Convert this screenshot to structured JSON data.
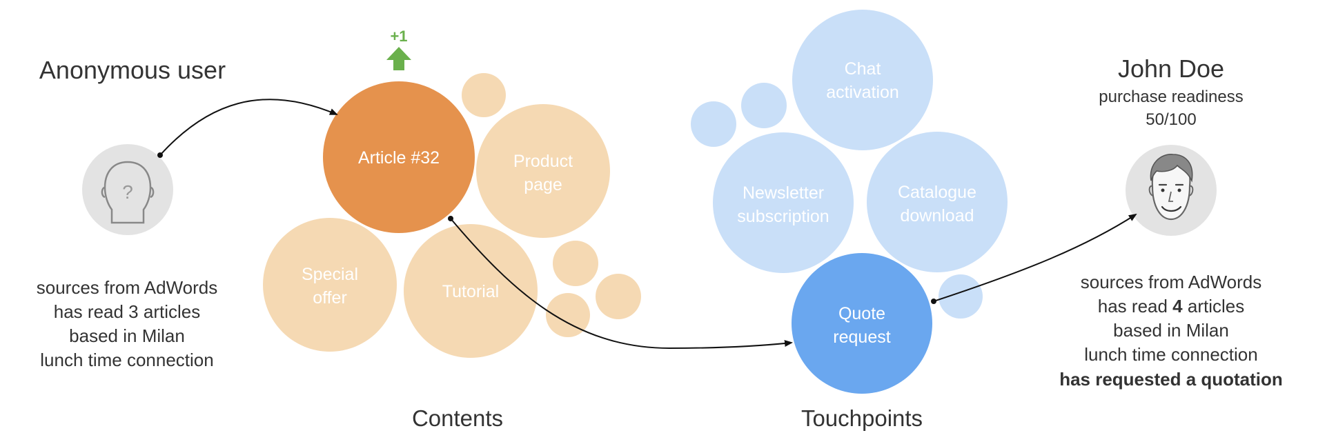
{
  "left_user": {
    "title": "Anonymous user",
    "avatar_icon": "anonymous-head-icon",
    "facts": [
      "sources from AdWords",
      "has read 3 articles",
      "based in Milan",
      "lunch time connection"
    ]
  },
  "right_user": {
    "title": "John Doe",
    "subtitle_line1": "purchase readiness",
    "subtitle_line2": "50/100",
    "avatar_icon": "user-face-icon",
    "facts": {
      "line1": "sources from AdWords",
      "line2_pre": "has read ",
      "line2_bold": "4",
      "line2_post": " articles",
      "line3": "based in Milan",
      "line4": "lunch time connection",
      "line5": "has requested a quotation"
    }
  },
  "contents": {
    "label": "Contents",
    "article": "Article #32",
    "boost": "+1",
    "product_1": "Product",
    "product_2": "page",
    "special_1": "Special",
    "special_2": "offer",
    "tutorial": "Tutorial"
  },
  "touchpoints": {
    "label": "Touchpoints",
    "chat_1": "Chat",
    "chat_2": "activation",
    "newsletter_1": "Newsletter",
    "newsletter_2": "subscription",
    "catalogue_1": "Catalogue",
    "catalogue_2": "download",
    "quote_1": "Quote",
    "quote_2": "request"
  },
  "colors": {
    "article_orange": "#e5924d",
    "content_light": "#f5d9b3",
    "touch_light": "#c9dff8",
    "quote_blue": "#6aa7ef",
    "avatar_gray": "#e3e3e3",
    "boost_green": "#6ab04c"
  }
}
